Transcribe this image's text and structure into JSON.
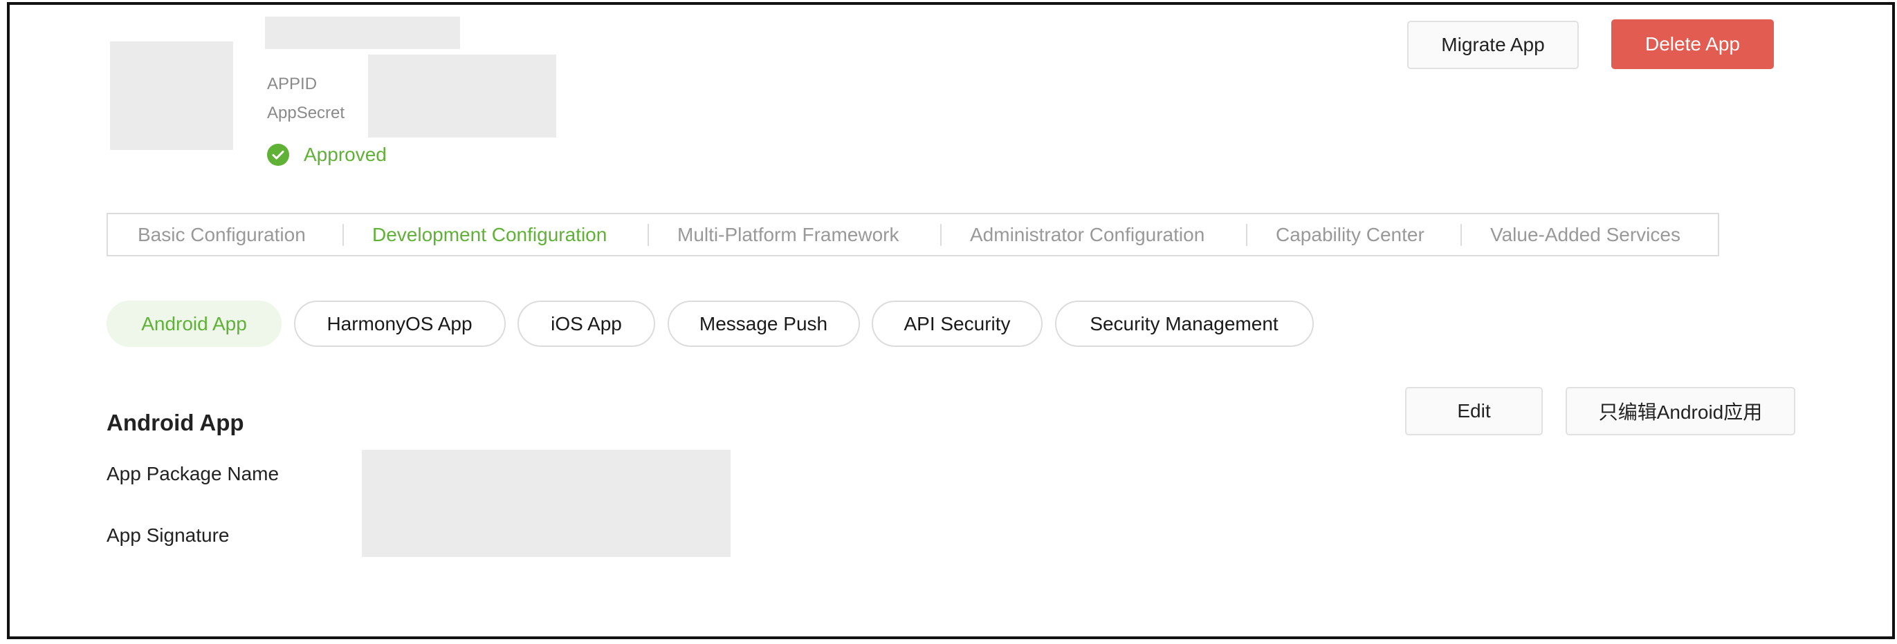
{
  "app_header": {
    "appid_label": "APPID",
    "appsecret_label": "AppSecret",
    "status_label": "Approved",
    "status_icon": "check-circle-icon"
  },
  "header_actions": {
    "migrate_label": "Migrate App",
    "delete_label": "Delete App"
  },
  "main_tabs": [
    {
      "label": "Basic Configuration",
      "active": false
    },
    {
      "label": "Development Configuration",
      "active": true
    },
    {
      "label": "Multi-Platform Framework",
      "active": false
    },
    {
      "label": "Administrator Configuration",
      "active": false
    },
    {
      "label": "Capability Center",
      "active": false
    },
    {
      "label": "Value-Added Services",
      "active": false
    }
  ],
  "sub_tabs": [
    {
      "label": "Android App",
      "active": true
    },
    {
      "label": "HarmonyOS App",
      "active": false
    },
    {
      "label": "iOS App",
      "active": false
    },
    {
      "label": "Message Push",
      "active": false
    },
    {
      "label": "API Security",
      "active": false
    },
    {
      "label": "Security Management",
      "active": false
    }
  ],
  "android_section": {
    "title": "Android App",
    "edit_label": "Edit",
    "edit_android_only_label": "只编辑Android应用",
    "fields": [
      {
        "label": "App Package Name"
      },
      {
        "label": "App Signature"
      }
    ]
  },
  "colors": {
    "accent_green": "#5fb236",
    "danger_red": "#e25c52",
    "active_pill_bg": "#eef7ea",
    "placeholder_gray": "#ebebeb"
  }
}
